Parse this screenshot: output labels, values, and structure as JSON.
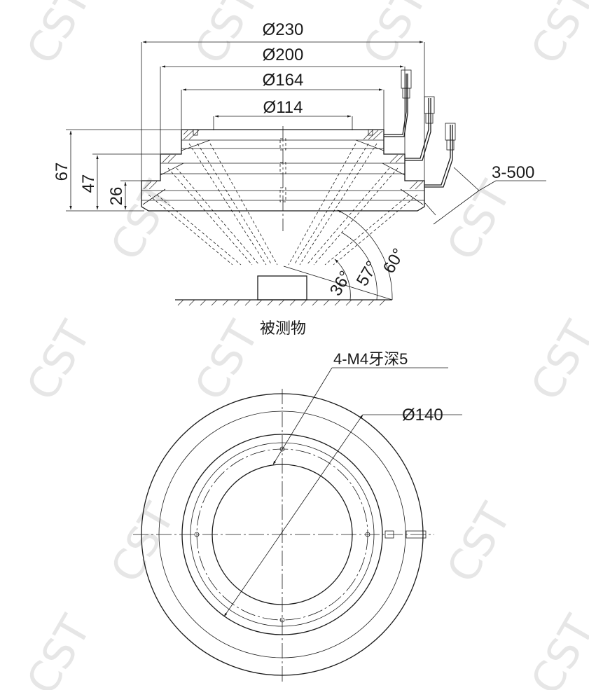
{
  "watermark": "CST",
  "side_view": {
    "diameters": {
      "d230": "Ø230",
      "d200": "Ø200",
      "d164": "Ø164",
      "d114": "Ø114"
    },
    "heights": {
      "h67": "67",
      "h47": "47",
      "h26": "26"
    },
    "cable_label": "3-500",
    "angles": {
      "a60": "60°",
      "a57": "57°",
      "a36": "36°"
    },
    "object_caption": "被测物"
  },
  "top_view": {
    "thread_label": "4-M4牙深5",
    "pcd_label": "Ø140"
  }
}
